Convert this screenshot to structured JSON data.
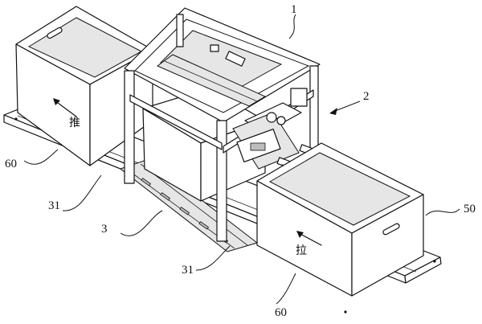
{
  "labels": {
    "frame": "1",
    "gripper": "2",
    "rail": "3",
    "rail_slot_a": "31",
    "rail_slot_b": "31",
    "box": "50",
    "base_a": "60",
    "base_b": "60"
  },
  "box_text": {
    "push": "推",
    "pull": "拉"
  }
}
